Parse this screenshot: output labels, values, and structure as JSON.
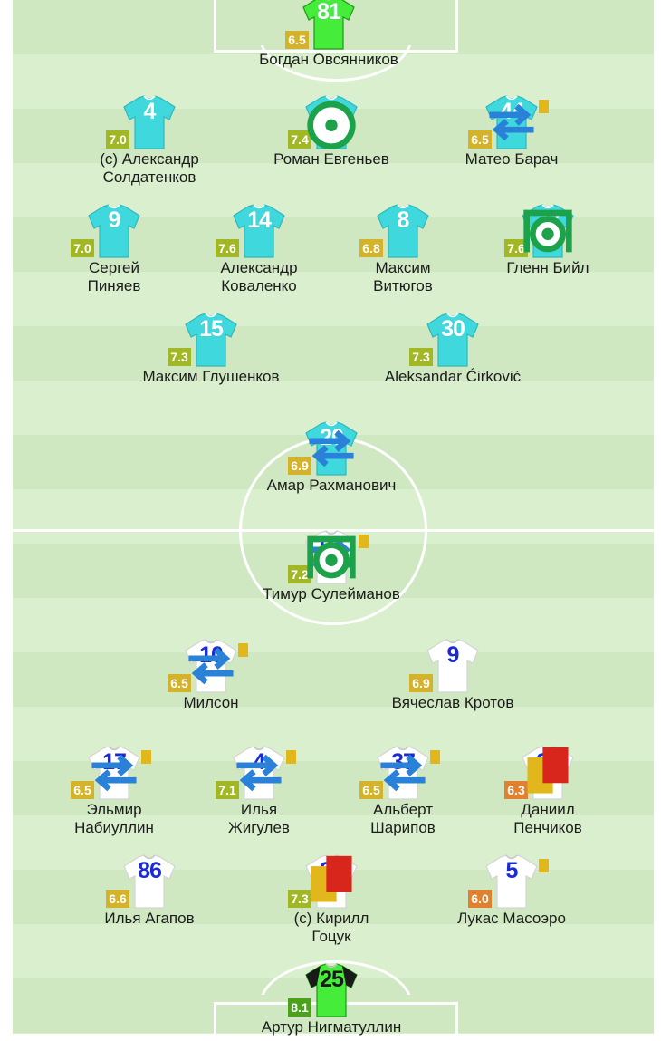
{
  "colors": {
    "home_shirt": "#3fd8dc",
    "away_shirt": "#ffffff",
    "gk_home_shirt": "#45ec3a",
    "gk_away_shirt": "#45ec3a",
    "rating_olive": "#a1b726",
    "rating_yellow": "#d4b32a",
    "rating_orange": "#e1812f",
    "rating_green": "#4aa21a"
  },
  "players": [
    {
      "number": "81",
      "name": "Богдан Овсянников",
      "rating": "6.5",
      "team": "home",
      "role": "gk",
      "rating_color": "yellow"
    },
    {
      "number": "4",
      "name": "(c) Александр\nСолдатенков",
      "rating": "7.0",
      "team": "home",
      "rating_color": "olive"
    },
    {
      "number": "24",
      "name": "Роман Евгеньев",
      "rating": "7.4",
      "team": "home",
      "rating_color": "olive",
      "goal": "assist-icon"
    },
    {
      "number": "44",
      "name": "Матео Барач",
      "rating": "6.5",
      "team": "home",
      "rating_color": "yellow",
      "sub": true,
      "yellow_card": true
    },
    {
      "number": "9",
      "name": "Сергей\nПиняев",
      "rating": "7.0",
      "team": "home",
      "rating_color": "olive"
    },
    {
      "number": "14",
      "name": "Александр\nКоваленко",
      "rating": "7.6",
      "team": "home",
      "rating_color": "olive"
    },
    {
      "number": "8",
      "name": "Максим\nВитюгов",
      "rating": "6.8",
      "team": "home",
      "rating_color": "yellow"
    },
    {
      "number": "23",
      "name": "Гленн Бийл",
      "rating": "7.6",
      "team": "home",
      "rating_color": "olive",
      "goal": "goal-icon"
    },
    {
      "number": "15",
      "name": "Максим Глушенков",
      "rating": "7.3",
      "team": "home",
      "rating_color": "olive"
    },
    {
      "number": "30",
      "name": "Aleksandar Ćirković",
      "rating": "7.3",
      "team": "home",
      "rating_color": "olive"
    },
    {
      "number": "20",
      "name": "Амар Рахманович",
      "rating": "6.9",
      "team": "home",
      "rating_color": "yellow",
      "sub": true
    },
    {
      "number": "93",
      "name": "Тимур Сулейманов",
      "rating": "7.2",
      "team": "away",
      "rating_color": "olive",
      "sub": true,
      "yellow_card": true,
      "goal": "goal-icon"
    },
    {
      "number": "10",
      "name": "Милсон",
      "rating": "6.5",
      "team": "away",
      "rating_color": "yellow",
      "sub": true,
      "yellow_card": true
    },
    {
      "number": "9",
      "name": "Вячеслав Кротов",
      "rating": "6.9",
      "team": "away",
      "rating_color": "yellow"
    },
    {
      "number": "17",
      "name": "Эльмир\nНабиуллин",
      "rating": "6.5",
      "team": "away",
      "rating_color": "yellow",
      "sub": true,
      "yellow_card": true
    },
    {
      "number": "4",
      "name": "Илья\nЖигулев",
      "rating": "7.1",
      "team": "away",
      "rating_color": "olive",
      "sub": true,
      "yellow_card": true
    },
    {
      "number": "37",
      "name": "Альберт\nШарипов",
      "rating": "6.5",
      "team": "away",
      "rating_color": "yellow",
      "sub": true,
      "yellow_card": true
    },
    {
      "number": "23",
      "name": "Даниил\nПенчиков",
      "rating": "6.3",
      "team": "away",
      "rating_color": "orange",
      "red_card": true
    },
    {
      "number": "86",
      "name": "Илья Агапов",
      "rating": "6.6",
      "team": "away",
      "rating_color": "yellow"
    },
    {
      "number": "24",
      "name": "(c) Кирилл\nГоцук",
      "rating": "7.3",
      "team": "away",
      "rating_color": "olive",
      "red_card": true
    },
    {
      "number": "5",
      "name": "Лукас Масоэро",
      "rating": "6.0",
      "team": "away",
      "rating_color": "orange",
      "yellow_card": true
    },
    {
      "number": "25",
      "name": "Артур Нигматуллин",
      "rating": "8.1",
      "team": "away",
      "role": "gk",
      "rating_color": "green"
    }
  ]
}
